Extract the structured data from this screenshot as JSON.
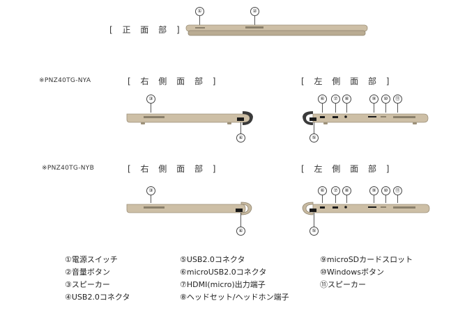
{
  "headings": {
    "front": "[ 正 面 部 ]",
    "right_a": "[ 右 側 面 部 ]",
    "left_a": "[ 左 側 面 部 ]",
    "right_b": "[ 右 側 面 部 ]",
    "left_b": "[ 左 側 面 部 ]"
  },
  "models": {
    "a": "※PNZ40TG-NYA",
    "b": "※PNZ40TG-NYB"
  },
  "callouts": {
    "c1": "①",
    "c2": "②",
    "c3": "③",
    "c4": "④",
    "c5": "⑤",
    "c6": "⑥",
    "c7": "⑦",
    "c8": "⑧",
    "c9": "⑨",
    "c10": "⑩",
    "c11": "⑪"
  },
  "legend": [
    "①電源スイッチ",
    "②音量ボタン",
    "③スピーカー",
    "④USB2.0コネクタ",
    "⑤USB2.0コネクタ",
    "⑥microUSB2.0コネクタ",
    "⑦HDMI(micro)出力端子",
    "⑧ヘッドセット/ヘッドホン端子",
    "⑨microSDカードスロット",
    "⑩Windowsボタン",
    "⑪スピーカー"
  ],
  "colors": {
    "body_gold": "#cdbfa6",
    "body_dark": "#3a3a3a",
    "port_black": "#1a1a1a"
  }
}
